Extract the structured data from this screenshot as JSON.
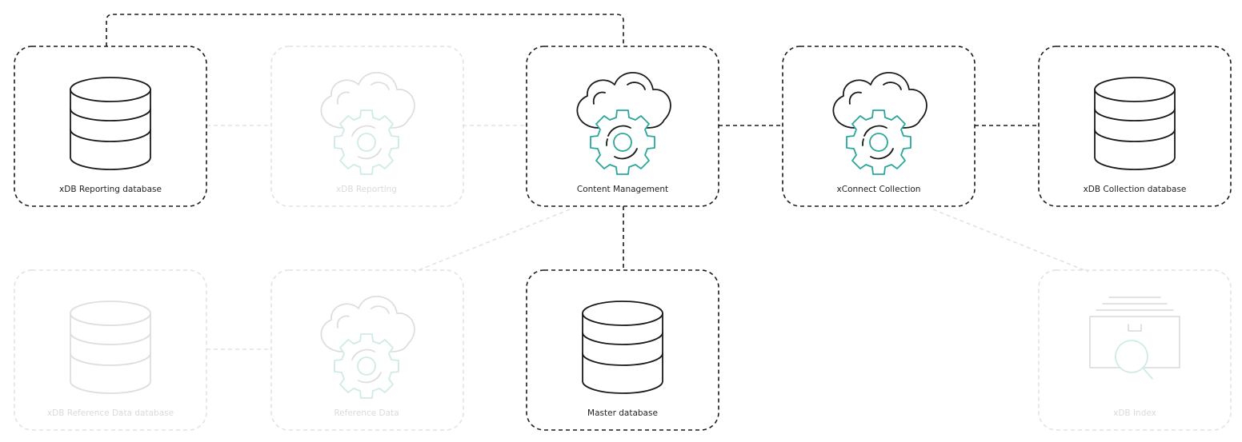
{
  "nodes": {
    "xdb_reporting_database": {
      "label": "xDB Reporting database",
      "state": "active",
      "icon": "database-icon"
    },
    "xdb_reporting": {
      "label": "xDB Reporting",
      "state": "faded",
      "icon": "cloud-gear-icon"
    },
    "content_management": {
      "label": "Content Management",
      "state": "active",
      "icon": "cloud-gear-icon"
    },
    "xconnect_collection": {
      "label": "xConnect Collection",
      "state": "active",
      "icon": "cloud-gear-icon"
    },
    "xdb_collection_database": {
      "label": "xDB Collection database",
      "state": "active",
      "icon": "database-icon"
    },
    "xdb_reference_data_database": {
      "label": "xDB Reference Data database",
      "state": "faded",
      "icon": "database-icon"
    },
    "reference_data": {
      "label": "Reference Data",
      "state": "faded",
      "icon": "cloud-gear-icon"
    },
    "master_database": {
      "label": "Master database",
      "state": "active",
      "icon": "database-icon"
    },
    "xdb_index": {
      "label": "xDB Index",
      "state": "faded",
      "icon": "search-index-icon"
    }
  },
  "colors": {
    "active_ink": "#1a1a1a",
    "faded_ink": "#e2e2e2",
    "accent_teal": "#2aa79b"
  }
}
